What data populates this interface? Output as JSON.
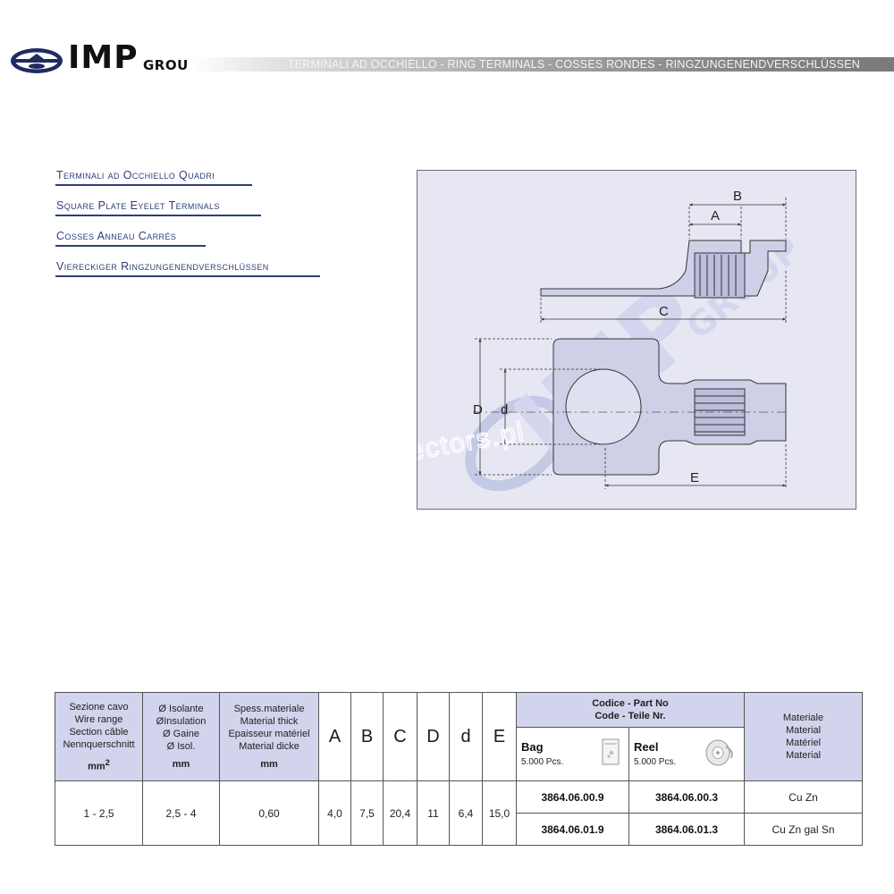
{
  "header": {
    "logo_main": "IMP",
    "logo_sub": "GROUP",
    "banner": "TERMINALI AD OCCHIELLO - RING TERMINALS - COSSES RONDES - RINGZUNGENENDVERSCHLÜSSEN"
  },
  "titles": [
    "Terminali ad Occhiello Quadri",
    "Square Plate Eyelet Terminals",
    "Cosses Anneau Carrés",
    "Viereckiger Ringzungenendverschlüssen"
  ],
  "drawing": {
    "dim_labels": {
      "A": "A",
      "B": "B",
      "C": "C",
      "D": "D",
      "d": "d",
      "E": "E"
    },
    "watermark_text": "e-connectors.pl",
    "watermark_logo": "IMP",
    "watermark_logo_sub": "GROUP"
  },
  "table": {
    "col_wire": {
      "lines": [
        "Sezione cavo",
        "Wire range",
        "Section câble",
        "Nennquerschnitt"
      ],
      "unit": "mm",
      "unit_sup": "2"
    },
    "col_insul": {
      "lines": [
        "Ø Isolante",
        "ØInsulation",
        "Ø Gaine",
        "Ø Isol."
      ],
      "unit": "mm"
    },
    "col_thick": {
      "lines": [
        "Spess.materiale",
        "Material thick",
        "Epaisseur matériel",
        "Material dicke"
      ],
      "unit": "mm"
    },
    "letters": [
      "A",
      "B",
      "C",
      "D",
      "d",
      "E"
    ],
    "code_header": [
      "Codice - Part No",
      "Code - Teile Nr."
    ],
    "bag": {
      "name": "Bag",
      "qty": "5.000 Pcs.",
      "icon": "bag-icon"
    },
    "reel": {
      "name": "Reel",
      "qty": "5.000 Pcs.",
      "icon": "reel-icon"
    },
    "material_header": [
      "Materiale",
      "Material",
      "Matériel",
      "Material"
    ],
    "row": {
      "wire_range": "1 - 2,5",
      "insulation": "2,5 - 4",
      "thickness": "0,60",
      "A": "4,0",
      "B": "7,5",
      "C": "20,4",
      "D": "11",
      "d": "6,4",
      "E": "15,0"
    },
    "variants": [
      {
        "bag_code": "3864.06.00.9",
        "reel_code": "3864.06.00.3",
        "material": "Cu Zn"
      },
      {
        "bag_code": "3864.06.01.9",
        "reel_code": "3864.06.01.3",
        "material": "Cu Zn gal Sn"
      }
    ]
  },
  "colors": {
    "title_blue": "#2c3f79",
    "table_header": "#d2d3ec",
    "drawing_bg": "#e7e7f3"
  }
}
